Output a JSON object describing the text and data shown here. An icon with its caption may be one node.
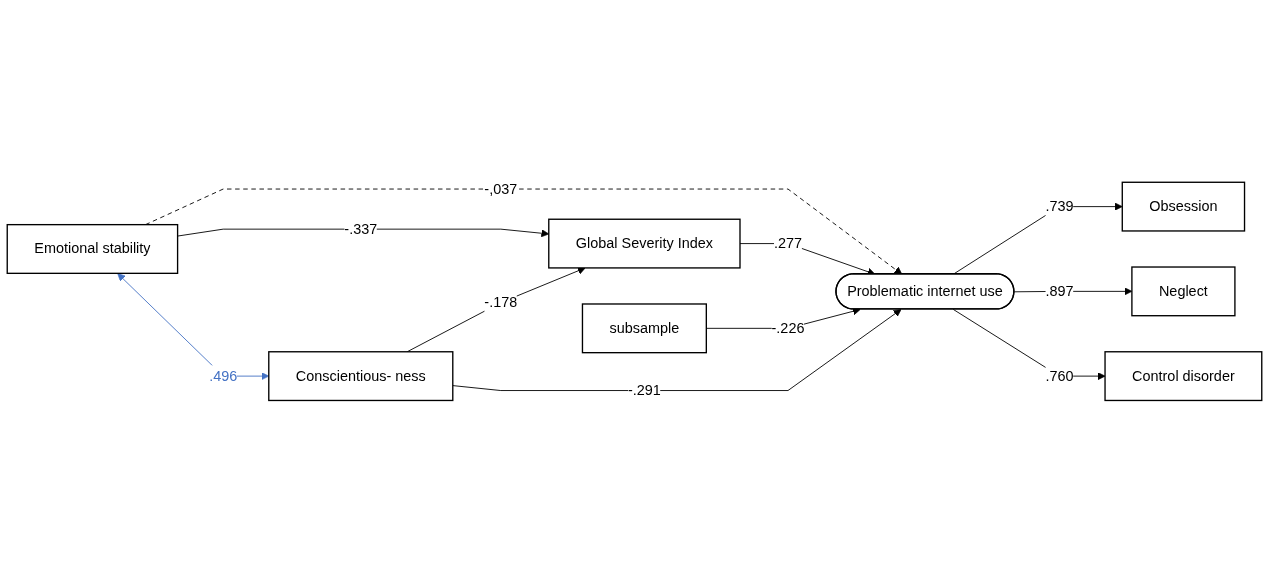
{
  "diagram": {
    "nodes": [
      {
        "text": [
          "Emotional stability"
        ]
      },
      {
        "text": [
          "Conscientious- ness"
        ]
      },
      {
        "text": [
          "Global Severity Index"
        ]
      },
      {
        "text": [
          "subsample"
        ]
      },
      {
        "text": [
          "Problematic internet use"
        ]
      },
      {
        "text": [
          "Obsession"
        ]
      },
      {
        "text": [
          "Neglect"
        ]
      },
      {
        "text": [
          "Control disorder"
        ]
      }
    ],
    "edges": [
      {
        "from": 0,
        "to": 4,
        "arrow": "to",
        "label": "-,037",
        "style": "dashed"
      },
      {
        "from": 0,
        "to": 2,
        "arrow": "to",
        "label": "-.337"
      },
      {
        "from": 0,
        "to": 1,
        "arrow": "both",
        "label": ".496",
        "color": "#4472c4"
      },
      {
        "from": 1,
        "to": 2,
        "arrow": "to",
        "label": "-.178"
      },
      {
        "from": 2,
        "to": 4,
        "arrow": "to",
        "label": ".277"
      },
      {
        "from": 3,
        "to": 4,
        "arrow": "to",
        "label": "-.226"
      },
      {
        "from": 1,
        "to": 4,
        "arrow": "to",
        "label": "-.291"
      },
      {
        "from": 4,
        "to": 5,
        "arrow": "to",
        "label": ".739"
      },
      {
        "from": 4,
        "to": 6,
        "arrow": "to",
        "label": ".897"
      },
      {
        "from": 4,
        "to": 7,
        "arrow": "to",
        "label": ".760"
      }
    ]
  }
}
